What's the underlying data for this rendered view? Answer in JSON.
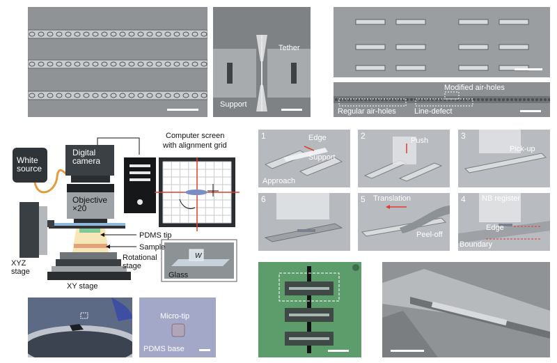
{
  "colors": {
    "sem_gray": "#8f9396",
    "step_gray": "#b9bcc0",
    "arrow_red": "#e23a2e",
    "chip_green": "#5c9a6a",
    "white_source_bg": "#2f3438",
    "fiber_orange": "#e39b3b"
  },
  "panels": {
    "sem_tl": {
      "scale_bar": true
    },
    "sem_tether": {
      "label_tether": "Tether",
      "label_support": "Support"
    },
    "sem_tr": {
      "scale_bar": true
    },
    "sem_line": {
      "label_modified": "Modified air-holes",
      "label_regular": "Regular air-holes",
      "label_defect": "Line-defect"
    },
    "setup": {
      "white_source": "White\nsource",
      "camera": "Digital\ncamera",
      "objective": "Objective\n×20",
      "screen_title_1": "Computer screen",
      "screen_title_2": "with alignment grid",
      "pdms_tip": "PDMS tip",
      "sample": "Sample",
      "rotational_stage": "Rotational\nstage",
      "xyz_stage": "XYZ\nstage",
      "xy_stage": "XY stage",
      "glass": "Glass",
      "glass_w": "W"
    },
    "photos": {
      "micro_tip": "Micro-tip",
      "pdms_base": "PDMS base"
    },
    "steps": [
      {
        "num": "1",
        "labels": [
          "Edge",
          "Support",
          "Approach"
        ]
      },
      {
        "num": "2",
        "labels": [
          "Push"
        ]
      },
      {
        "num": "3",
        "labels": [
          "Pick-up"
        ]
      },
      {
        "num": "6",
        "labels": []
      },
      {
        "num": "5",
        "labels": [
          "Translation",
          "Peel-off"
        ]
      },
      {
        "num": "4",
        "labels": [
          "NB register",
          "Edge",
          "Boundary"
        ]
      }
    ]
  }
}
